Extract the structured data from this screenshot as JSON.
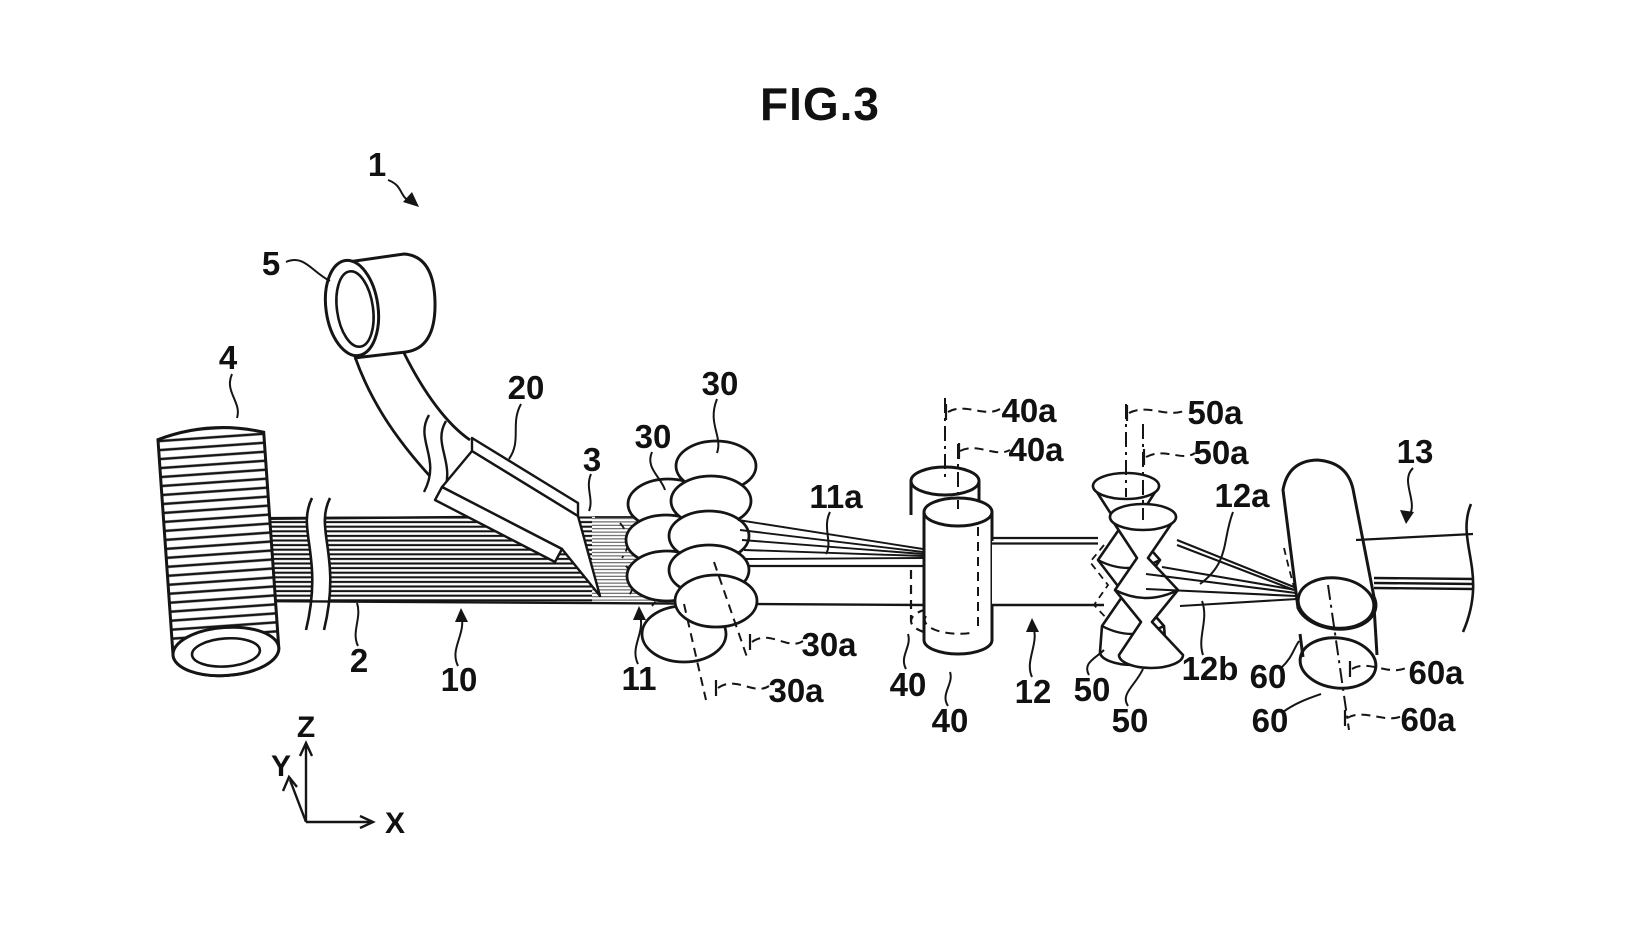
{
  "figure_title": "FIG.3",
  "coordinate_axes": {
    "x": "X",
    "y": "Y",
    "z": "Z"
  },
  "reference_labels": {
    "r1": "1",
    "r2": "2",
    "r3": "3",
    "r4": "4",
    "r5": "5",
    "r10": "10",
    "r11": "11",
    "r11a": "11a",
    "r12": "12",
    "r12a": "12a",
    "r12b": "12b",
    "r13": "13",
    "r20": "20",
    "r30_a": "30",
    "r30_b": "30",
    "r30a_a": "30a",
    "r30a_b": "30a",
    "r40_a": "40",
    "r40_b": "40",
    "r40a_a": "40a",
    "r40a_b": "40a",
    "r50_a": "50",
    "r50_b": "50",
    "r50a_a": "50a",
    "r50a_b": "50a",
    "r60_a": "60",
    "r60_b": "60",
    "r60a_a": "60a",
    "r60a_b": "60a"
  },
  "colors": {
    "ink": "#151515",
    "background": "#ffffff"
  }
}
